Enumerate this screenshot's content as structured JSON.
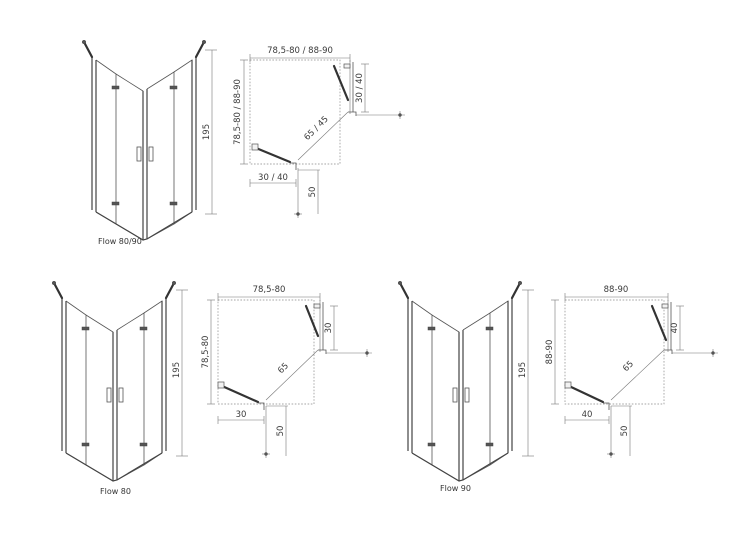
{
  "figures": [
    {
      "id": "flow-80-90",
      "caption": "Flow 80/90",
      "height_label": "195",
      "top_width_label": "78,5-80 / 88-90",
      "side_width_label": "78,5-80 / 88-90",
      "door_top_label": "30 / 40",
      "diagonal_label": "65 / 45",
      "door_bottom_label": "30 / 40",
      "bottom_label": "50"
    },
    {
      "id": "flow-80",
      "caption": "Flow 80",
      "height_label": "195",
      "top_width_label": "78,5-80",
      "side_width_label": "78,5-80",
      "door_top_label": "30",
      "diagonal_label": "65",
      "door_bottom_label": "30",
      "bottom_label": "50"
    },
    {
      "id": "flow-90",
      "caption": "Flow 90",
      "height_label": "195",
      "top_width_label": "88-90",
      "side_width_label": "88-90",
      "door_top_label": "40",
      "diagonal_label": "65",
      "door_bottom_label": "40",
      "bottom_label": "50"
    }
  ]
}
